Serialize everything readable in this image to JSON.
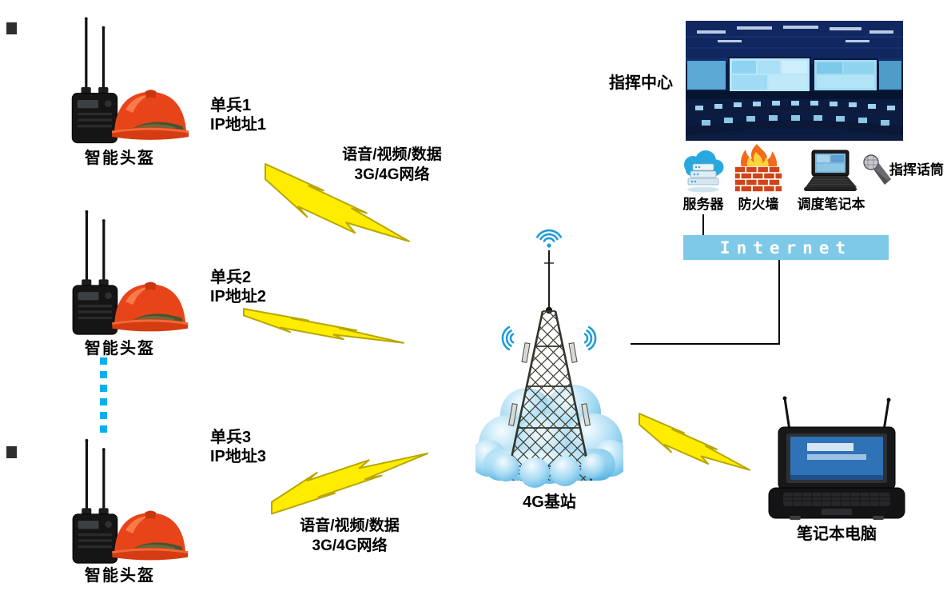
{
  "colors": {
    "lightning_fill": "#ffec00",
    "lightning_outline": "#b8a600",
    "internet_bar": "#7ec9e8",
    "internet_text": "#ffffff",
    "dotted_link": "#00b0f0",
    "wifi_blue": "#1e9cd7",
    "cloud_blue": "#7ec4e8",
    "helmet_orange": "#e8441a"
  },
  "helmets": [
    {
      "label": "智能头盔"
    },
    {
      "label": "智能头盔"
    },
    {
      "label": "智能头盔"
    }
  ],
  "soldiers": [
    {
      "name": "单兵1",
      "ip": "IP地址1"
    },
    {
      "name": "单兵2",
      "ip": "IP地址2"
    },
    {
      "name": "单兵3",
      "ip": "IP地址3"
    }
  ],
  "links": {
    "top": {
      "line1": "语音/视频/数据",
      "line2": "3G/4G网络"
    },
    "bottom": {
      "line1": "语音/视频/数据",
      "line2": "3G/4G网络"
    }
  },
  "base_station": {
    "label": "4G基站"
  },
  "command_center": {
    "label": "指挥中心"
  },
  "server": {
    "label": "服务器"
  },
  "firewall": {
    "label": "防火墙"
  },
  "dispatch_laptop": {
    "label": "调度笔记本"
  },
  "command_mic": {
    "label": "指挥话筒"
  },
  "internet": {
    "label": "Internet"
  },
  "field_laptop": {
    "label": "笔记本电脑"
  }
}
